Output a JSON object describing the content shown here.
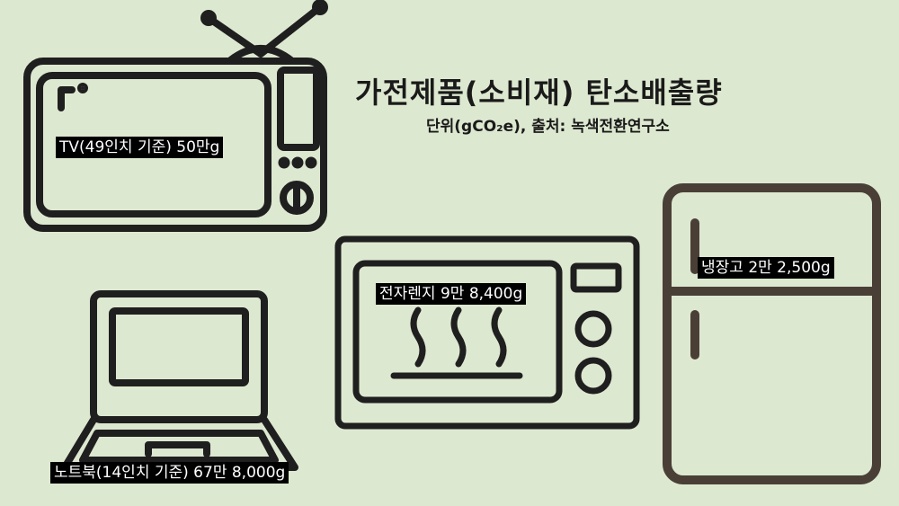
{
  "header": {
    "title": "가전제품(소비재) 탄소배출량",
    "subtitle": "단위(gCO₂e), 출처: 녹색전환연구소"
  },
  "labels": {
    "tv": "TV(49인치 기준) 50만g",
    "microwave": "전자렌지 9만 8,400g",
    "fridge": "냉장고 2만 2,500g",
    "laptop": "노트북(14인치 기준) 67만 8,000g"
  },
  "colors": {
    "background": "#dde8d0",
    "outline": "#1f1f1f",
    "fridge_outline": "#4a3f36",
    "label_bg": "#000000",
    "label_text": "#ffffff"
  },
  "icons": [
    "tv-icon",
    "microwave-icon",
    "fridge-icon",
    "laptop-icon"
  ]
}
